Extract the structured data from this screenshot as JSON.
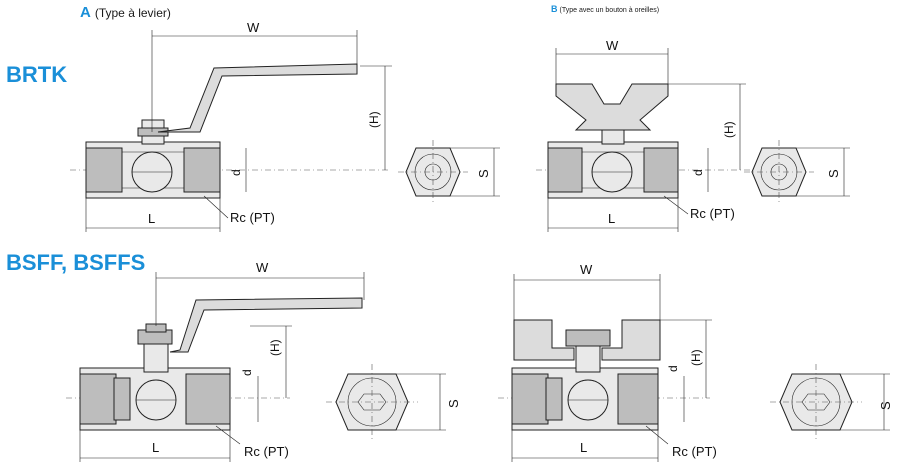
{
  "rows": [
    {
      "model": "BRTK"
    },
    {
      "model": "BSFF, BSFFS"
    }
  ],
  "variants": {
    "a": {
      "letter": "A",
      "desc": "(Type à levier)"
    },
    "b": {
      "letter": "B",
      "desc": "(Type avec un bouton à oreilles)"
    }
  },
  "dims": {
    "w": "W",
    "h": "(H)",
    "d": "d",
    "l": "L",
    "s": "S",
    "rc": "Rc (PT)"
  },
  "colors": {
    "accent": "#1a8fd8"
  }
}
